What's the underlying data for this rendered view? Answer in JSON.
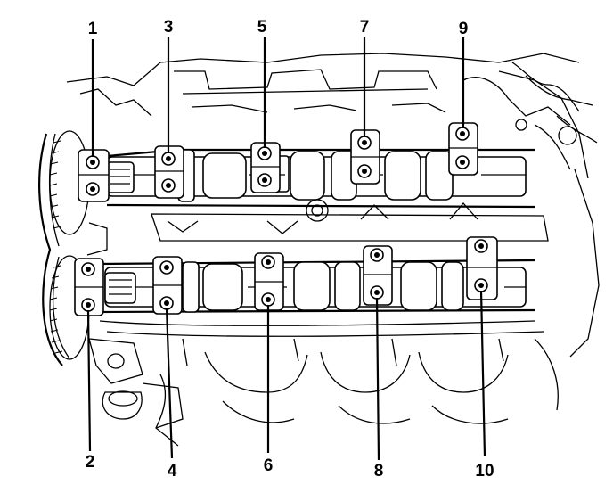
{
  "labels": {
    "top": [
      "1",
      "3",
      "5",
      "7",
      "9"
    ],
    "bottom": [
      "2",
      "4",
      "6",
      "8",
      "10"
    ]
  }
}
